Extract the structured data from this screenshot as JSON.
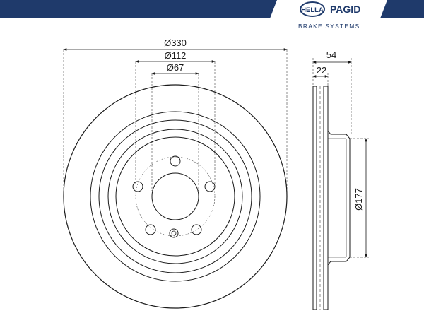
{
  "brand": {
    "logo_text": "HELLA",
    "name": "PAGID",
    "tagline": "BRAKE SYSTEMS"
  },
  "colors": {
    "banner": "#1f3a6b",
    "line": "#1a1a1a"
  },
  "dimensions": {
    "outer_diameter": "Ø330",
    "bolt_circle": "Ø112",
    "center_bore": "Ø67",
    "total_height": "54",
    "disc_thickness": "22",
    "hat_diameter": "Ø177"
  }
}
